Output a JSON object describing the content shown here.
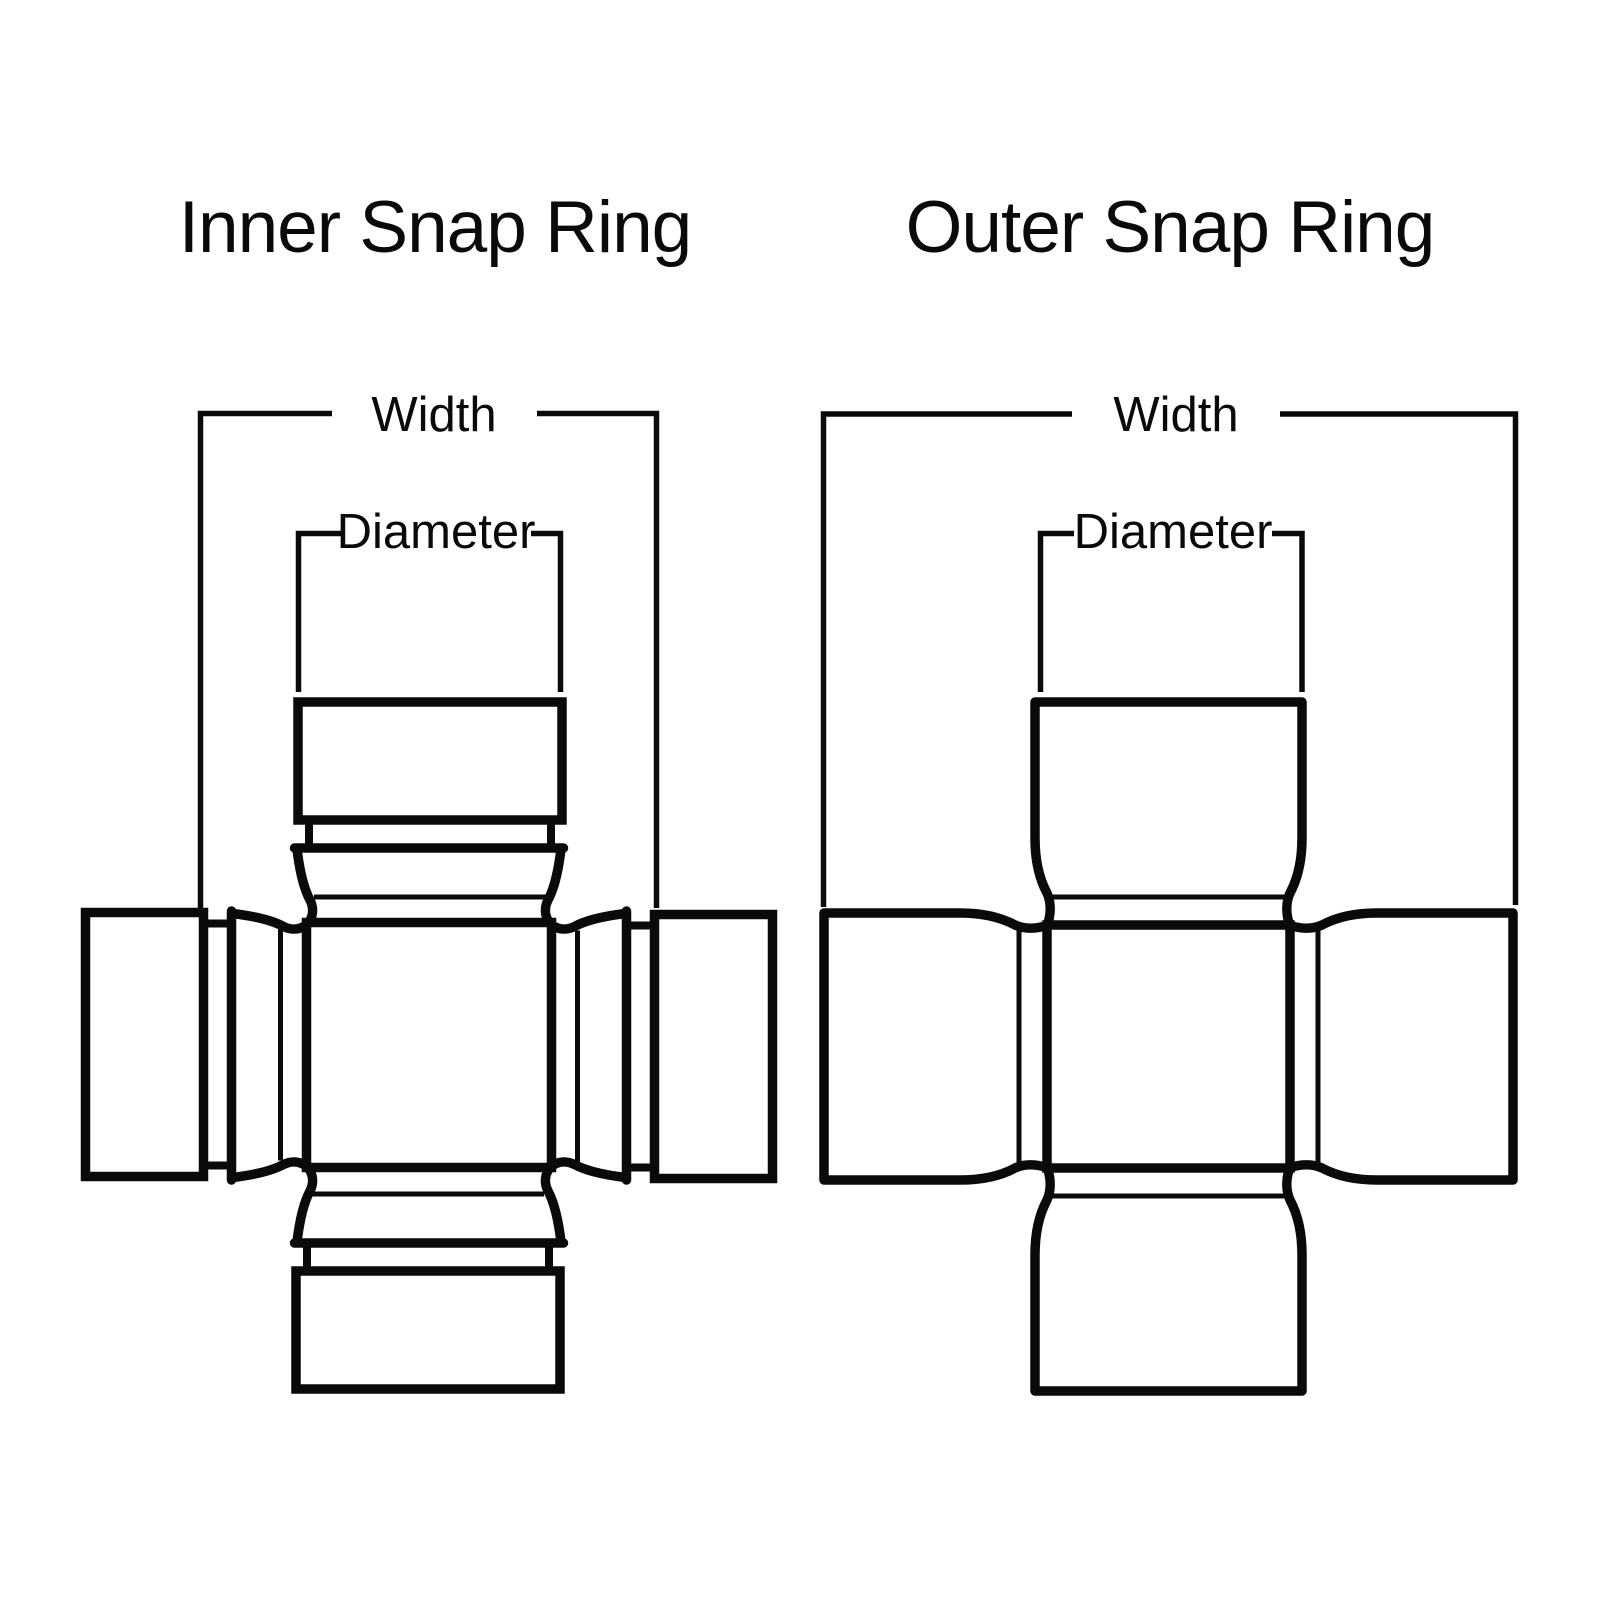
{
  "canvas": {
    "background": "#ffffff",
    "ink": "#0a0a0a",
    "description": "Technical line diagram comparing universal-joint cross types"
  },
  "diagrams": [
    {
      "id": "inner-snap-ring",
      "title": "Inner Snap Ring",
      "labels": {
        "width": "Width",
        "diameter": "Diameter"
      }
    },
    {
      "id": "outer-snap-ring",
      "title": "Outer Snap Ring",
      "labels": {
        "width": "Width",
        "diameter": "Diameter"
      }
    }
  ]
}
